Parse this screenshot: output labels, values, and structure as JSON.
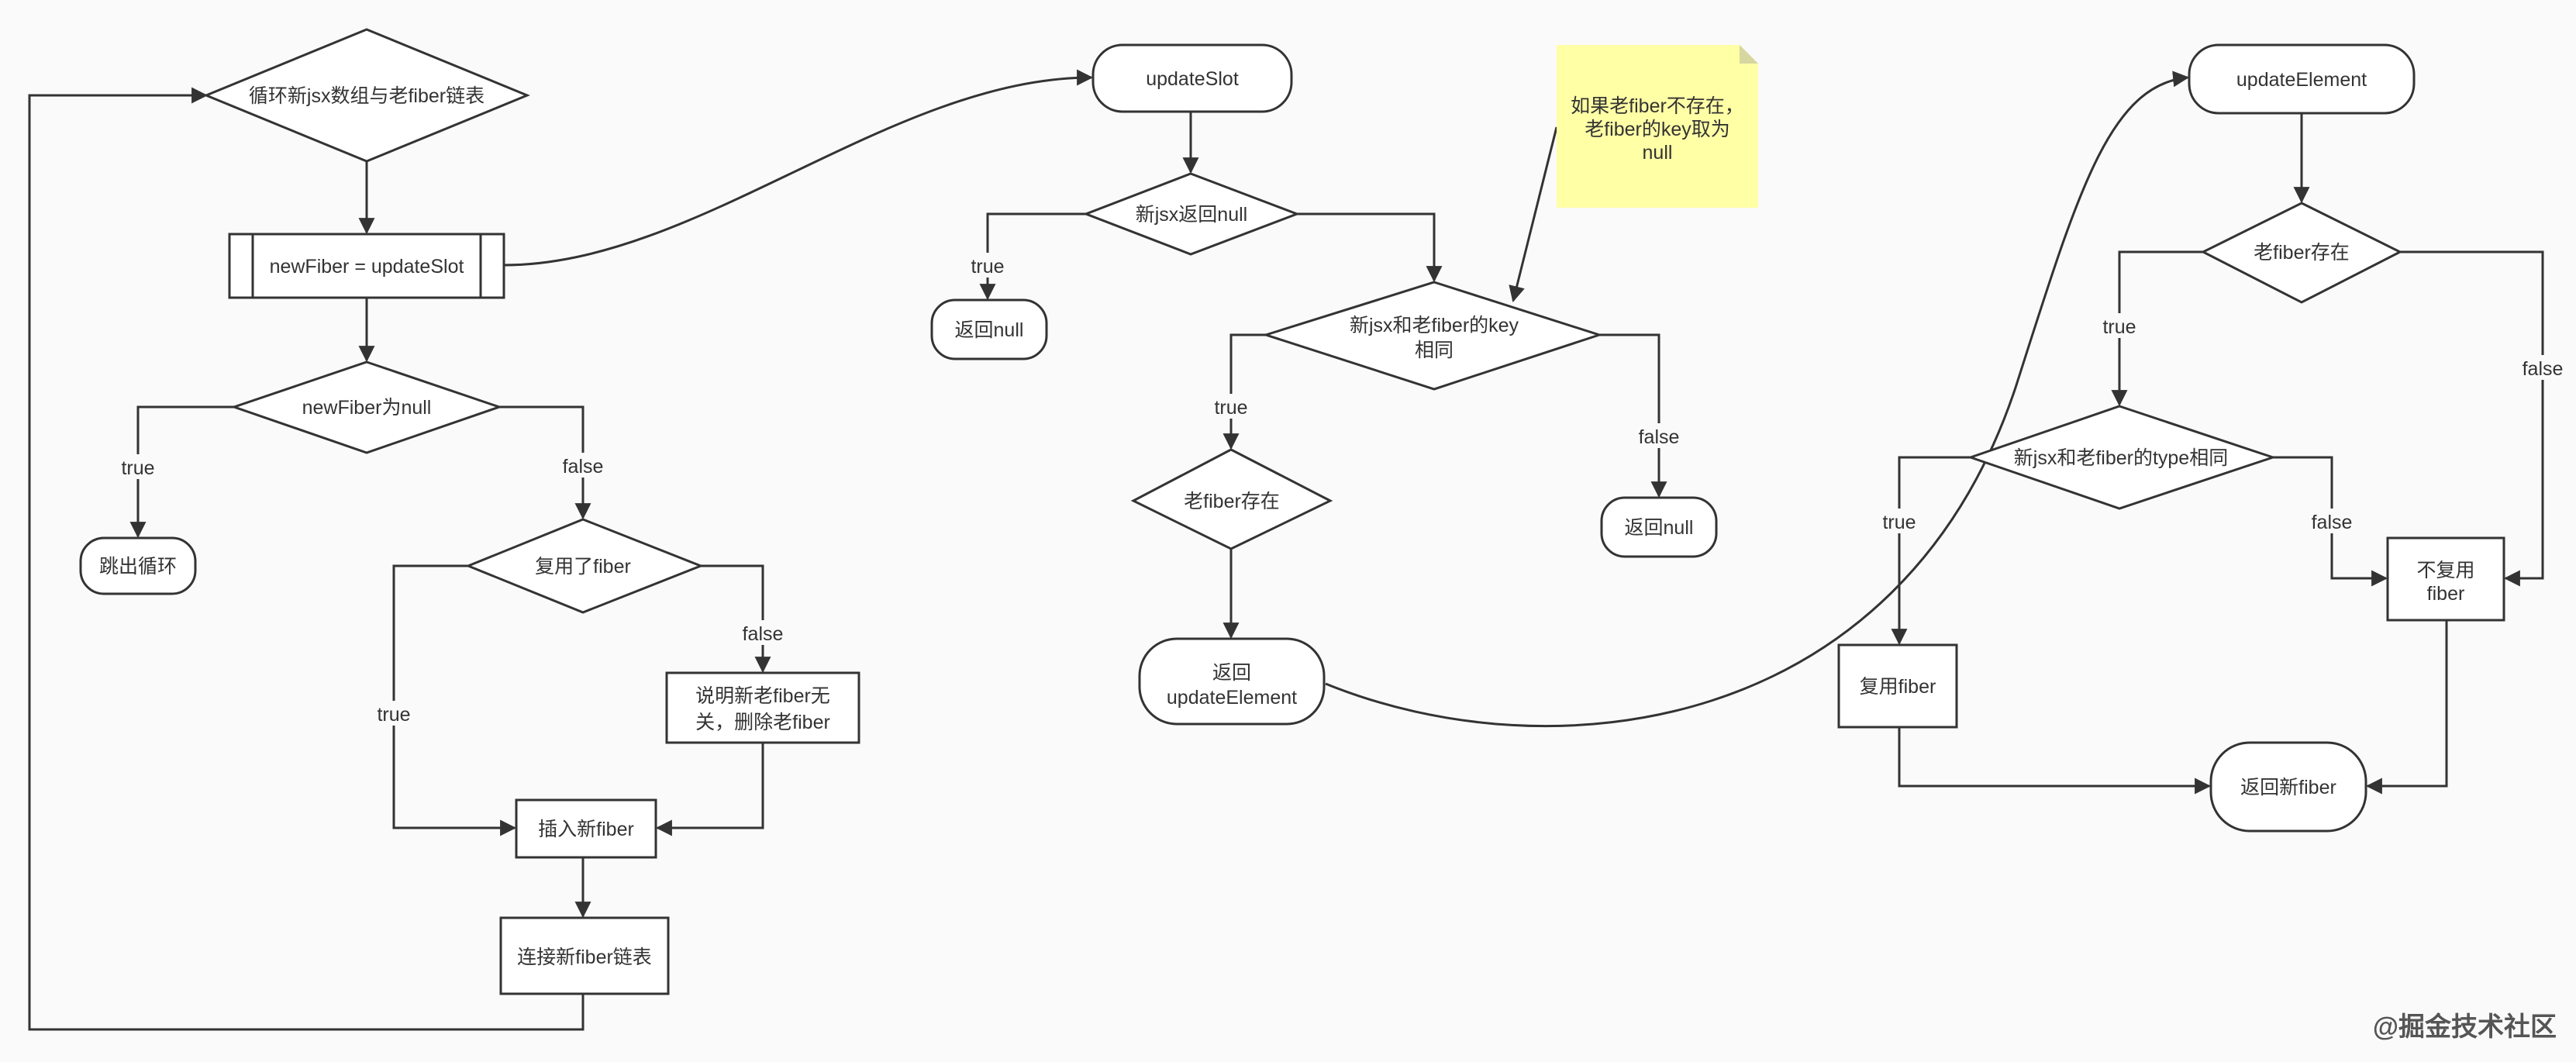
{
  "nodes": {
    "loop": "循环新jsx数组与老fiber链表",
    "new_fiber_assign": "newFiber = updateSlot",
    "new_fiber_null": "newFiber为null",
    "break_loop": "跳出循环",
    "reused_fiber": "复用了fiber",
    "delete_old_l1": "说明新老fiber无",
    "delete_old_l2": "关，删除老fiber",
    "insert_new": "插入新fiber",
    "link_list": "连接新fiber链表",
    "update_slot": "updateSlot",
    "jsx_null": "新jsx返回null",
    "return_null_1": "返回null",
    "key_same_l1": "新jsx和老fiber的key",
    "key_same_l2": "相同",
    "old_exists_1": "老fiber存在",
    "return_null_2": "返回null",
    "return_update_l1": "返回",
    "return_update_l2": "updateElement",
    "update_element": "updateElement",
    "old_exists_2": "老fiber存在",
    "type_same": "新jsx和老fiber的type相同",
    "reuse": "复用fiber",
    "no_reuse_l1": "不复用",
    "no_reuse_l2": "fiber",
    "return_new": "返回新fiber"
  },
  "note": {
    "l1": "如果老fiber不存在，",
    "l2": "老fiber的key取为",
    "l3": "null"
  },
  "edges": {
    "e_true_1": "true",
    "e_false_1": "false",
    "e_true_2": "true",
    "e_false_2": "false",
    "e_true_3": "true",
    "e_true_4": "true",
    "e_false_4": "false",
    "e_true_5": "true",
    "e_false_5": "false",
    "e_true_6": "true",
    "e_false_6": "false"
  },
  "watermark": "@掘金技术社区"
}
